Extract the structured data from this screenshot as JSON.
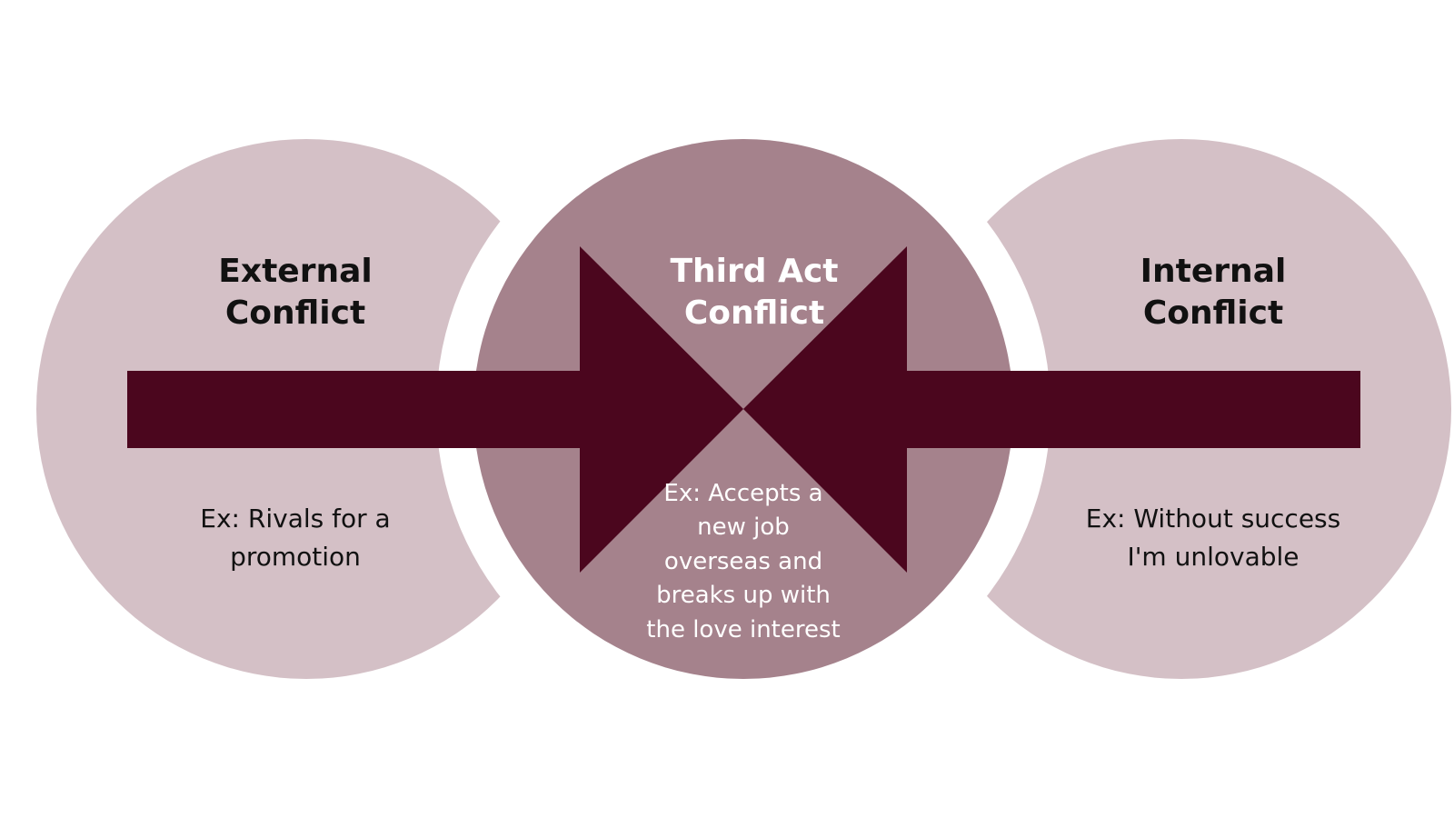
{
  "colors": {
    "background": "#ffffff",
    "side_circle": "#d4c0c6",
    "center_circle": "#a5828c",
    "arrows": "#4b061e",
    "dark_text": "#111111",
    "light_text": "#ffffff"
  },
  "left": {
    "title_line1": "External",
    "title_line2": "Conflict",
    "example_line1": "Ex: Rivals for a",
    "example_line2": "promotion"
  },
  "center": {
    "title_line1": "Third Act",
    "title_line2": "Conflict",
    "example_line1": "Ex: Accepts a",
    "example_line2": "new job",
    "example_line3": "overseas and",
    "example_line4": "breaks up with",
    "example_line5": "the love interest"
  },
  "right": {
    "title_line1": "Internal",
    "title_line2": "Conflict",
    "example_line1": "Ex: Without success",
    "example_line2": "I'm unlovable"
  },
  "arrows": {
    "left": "arrow-right",
    "right": "arrow-left"
  }
}
